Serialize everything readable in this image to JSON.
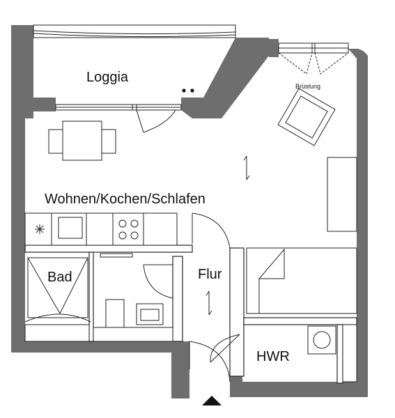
{
  "rooms": {
    "loggia": "Loggia",
    "wohnen": "Wohnen/Kochen/Schlafen",
    "bad": "Bad",
    "flur": "Flur",
    "hwr": "HWR"
  },
  "annotations": {
    "bruestung": "Brüstung"
  },
  "colors": {
    "wall": "#6e6e6e",
    "line": "#222222",
    "paper": "#ffffff"
  },
  "icons": [
    "north-entrance-arrow-icon",
    "stair-arrow-icon",
    "hob-icon",
    "sink-icon",
    "washer-icon",
    "toilet-icon"
  ]
}
